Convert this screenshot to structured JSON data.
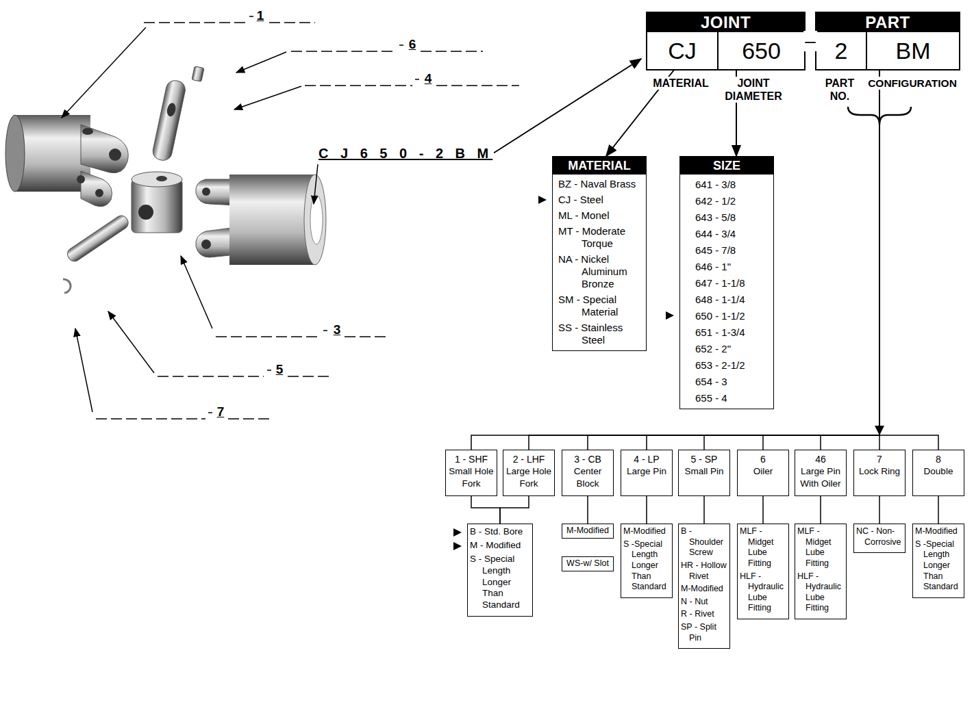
{
  "diagram": {
    "nodes": [
      {
        "text": [
          "JOINT"
        ]
      },
      {
        "text": [
          "CJ"
        ],
        "in": 0
      },
      {
        "text": [
          "650"
        ],
        "in": 0
      },
      {
        "text": [
          "PART"
        ]
      },
      {
        "text": [
          "2"
        ],
        "in": 3
      },
      {
        "text": [
          "BM"
        ],
        "in": 3
      },
      {
        "text": [
          "MATERIAL",
          "BZ - Naval Brass",
          "CJ - Steel",
          "ML - Monel",
          "MT - Moderate Torque",
          "NA - Nickel Aluminum Bronze",
          "SM - Special Material",
          "SS - Stainless Steel"
        ]
      },
      {
        "text": [
          "SIZE",
          "641 - 3/8",
          "642 - 1/2",
          "643 - 5/8",
          "644 - 3/4",
          "645 - 7/8",
          "646 - 1\"",
          "647 - 1-1/8",
          "648 - 1-1/4",
          "650 - 1-1/2",
          "651 - 1-3/4",
          "652 - 2\"",
          "653 - 2-1/2",
          "654 - 3",
          "655 - 4"
        ]
      },
      {
        "text": [
          "1 - SHF",
          "Small Hole Fork"
        ]
      },
      {
        "text": [
          "2 - LHF",
          "Large Hole Fork"
        ]
      },
      {
        "text": [
          "B - Std. Bore",
          "M - Modified",
          "S - Special Length Longer Than Standard"
        ]
      },
      {
        "text": [
          "3 - CB",
          "Center Block"
        ]
      },
      {
        "text": [
          "M-Modified"
        ]
      },
      {
        "text": [
          "WS-w/ Slot"
        ]
      },
      {
        "text": [
          "4 - LP",
          "Large Pin"
        ]
      },
      {
        "text": [
          "M-Modified",
          "S -Special Length Longer Than Standard"
        ]
      },
      {
        "text": [
          "5 - SP",
          "Small Pin"
        ]
      },
      {
        "text": [
          "B - Shoulder Screw",
          "HR - Hollow Rivet",
          "M-Modified",
          "N - Nut",
          "R - Rivet",
          "SP - Split Pin"
        ]
      },
      {
        "text": [
          "6",
          "Oiler"
        ]
      },
      {
        "text": [
          "MLF - Midget Lube Fitting",
          "HLF - Hydraulic Lube Fitting"
        ]
      },
      {
        "text": [
          "46",
          "Large Pin With Oiler"
        ]
      },
      {
        "text": [
          "MLF - Midget Lube Fitting",
          "HLF - Hydraulic Lube Fitting"
        ]
      },
      {
        "text": [
          "7",
          "Lock Ring"
        ]
      },
      {
        "text": [
          "NC - Non-Corrosive"
        ]
      },
      {
        "text": [
          "8",
          "Double"
        ]
      },
      {
        "text": [
          "M-Modified",
          "S -Special Length Longer Than Standard"
        ]
      }
    ],
    "edges": [
      {
        "from": 1,
        "to": 6,
        "arrow": "to"
      },
      {
        "from": 2,
        "to": 7,
        "arrow": "to"
      },
      {
        "from": 5,
        "to": 8,
        "arrow": "none"
      },
      {
        "from": 5,
        "to": 9,
        "arrow": "none"
      },
      {
        "from": 5,
        "to": 11,
        "arrow": "none"
      },
      {
        "from": 5,
        "to": 14,
        "arrow": "none"
      },
      {
        "from": 5,
        "to": 16,
        "arrow": "none"
      },
      {
        "from": 5,
        "to": 18,
        "arrow": "none"
      },
      {
        "from": 5,
        "to": 20,
        "arrow": "none"
      },
      {
        "from": 5,
        "to": 22,
        "arrow": "none"
      },
      {
        "from": 5,
        "to": 24,
        "arrow": "none"
      },
      {
        "from": 8,
        "to": 10,
        "arrow": "none"
      },
      {
        "from": 9,
        "to": 10,
        "arrow": "none"
      },
      {
        "from": 11,
        "to": 12,
        "arrow": "none"
      },
      {
        "from": 14,
        "to": 15,
        "arrow": "none"
      },
      {
        "from": 16,
        "to": 17,
        "arrow": "none"
      },
      {
        "from": 18,
        "to": 19,
        "arrow": "none"
      },
      {
        "from": 20,
        "to": 21,
        "arrow": "none"
      },
      {
        "from": 22,
        "to": 23,
        "arrow": "none"
      },
      {
        "from": 24,
        "to": 25,
        "arrow": "none"
      }
    ],
    "labels": [
      "1",
      "6",
      "4",
      "C J 6 5 0 - 2 B M",
      "3",
      "5",
      "7",
      "–",
      "MATERIAL",
      "JOINT DIAMETER",
      "PART NO.",
      "CONFIGURATION"
    ]
  }
}
